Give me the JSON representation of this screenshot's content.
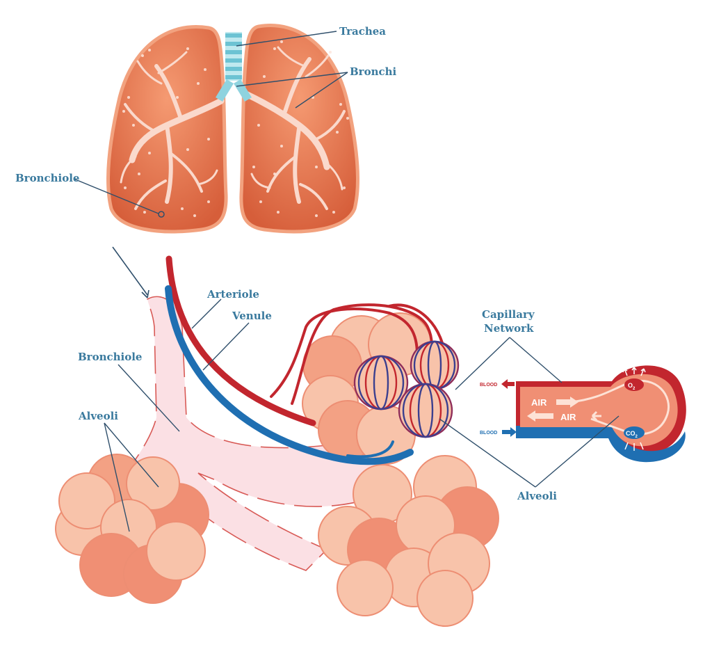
{
  "labels": {
    "trachea": "Trachea",
    "bronchi": "Bronchi",
    "bronchiole_top": "Bronchiole",
    "arteriole": "Arteriole",
    "venule": "Venule",
    "bronchiole_bottom": "Bronchiole",
    "alveoli_left": "Alveoli",
    "capillary_network_line1": "Capillary",
    "capillary_network_line2": "Network",
    "alveoli_right": "Alveoli"
  },
  "exchange": {
    "blood_out": "BLOOD",
    "blood_in": "BLOOD",
    "air_in": "AIR",
    "air_out": "AIR",
    "o2": "O",
    "o2_sub": "2",
    "co2": "CO",
    "co2_sub": "2"
  },
  "colors": {
    "lung_fill": "#ef8a64",
    "lung_dark": "#d9603e",
    "lung_edge": "#f2a27f",
    "airway": "#fad9cc",
    "trachea": "#8fd3df",
    "artery": "#c2262e",
    "vein": "#1f6fb2",
    "bronchiole_tube": "#fbe0e4",
    "alveolus": "#f8c3aa",
    "alveolus_dark": "#f0967a",
    "label": "#3a7a9e"
  },
  "icons": [
    "branch-arrow-icon",
    "blood-out-arrow-icon",
    "blood-in-arrow-icon",
    "air-in-arrow-icon",
    "air-out-arrow-icon"
  ]
}
